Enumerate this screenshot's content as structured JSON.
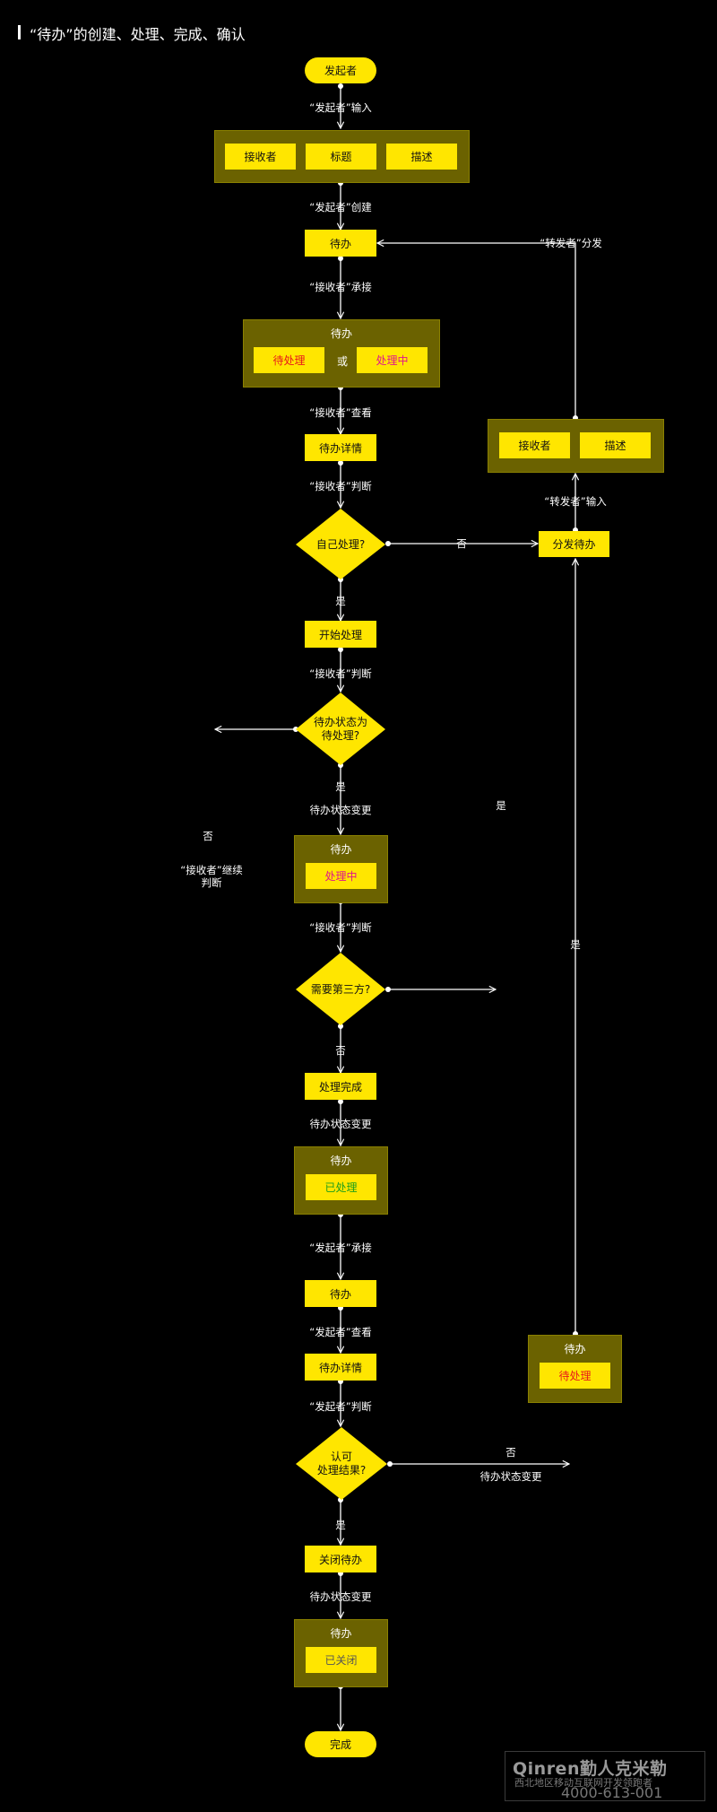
{
  "title": "“待办”的创建、处理、完成、确认",
  "nodes": {
    "initiator": "发起者",
    "receiver": "接收者",
    "subject": "标题",
    "description": "描述",
    "todo_1": "待办",
    "todo_group_1_label": "待办",
    "pending_1": "待处理",
    "or": "或",
    "processing_1": "处理中",
    "todo_detail_1": "待办详情",
    "self_process": "自己处理?",
    "start_process": "开始处理",
    "status_is_pending": "待办状态为\n待处理?",
    "todo_group_2_label": "待办",
    "processing_2": "处理中",
    "need_third_party": "需要第三方?",
    "process_done": "处理完成",
    "todo_group_3_label": "待办",
    "processed": "已处理",
    "todo_2": "待办",
    "todo_detail_2": "待办详情",
    "approve_result": "认可\n处理结果?",
    "close_todo": "关闭待办",
    "todo_group_4_label": "待办",
    "closed": "已关闭",
    "complete": "完成",
    "fwd_receiver": "接收者",
    "fwd_description": "描述",
    "distribute_todo": "分发待办",
    "todo_group_5_label": "待办",
    "pending_2": "待处理"
  },
  "edges": {
    "initiator_input": "“发起者”输入",
    "initiator_create": "“发起者”创建",
    "receiver_accept": "“接收者”承接",
    "receiver_view": "“接收者”查看",
    "receiver_judge_1": "“接收者”判断",
    "yes_1": "是",
    "no_1": "否",
    "receiver_judge_2": "“接收者”判断",
    "yes_2": "是",
    "status_change_1": "待办状态变更",
    "no_2": "否",
    "receiver_continue": "“接收者”继续\n判断",
    "receiver_judge_3": "“接收者”判断",
    "yes_3": "是",
    "no_3": "否",
    "status_change_2": "待办状态变更",
    "initiator_accept": "“发起者”承接",
    "initiator_view": "“发起者”查看",
    "initiator_judge": "“发起者”判断",
    "no_4": "否",
    "status_change_3": "待办状态变更",
    "yes_4": "是",
    "status_change_4": "待办状态变更",
    "forwarder_input": "“转发者”输入",
    "forwarder_distribute": "“转发者”分发",
    "yes_5": "是"
  },
  "watermark": {
    "logo": "Qinren勤人克米勒",
    "subtitle": "西北地区移动互联网开发领跑者",
    "phone": "4000-613-001"
  },
  "colors": {
    "background": "#000000",
    "node": "#ffe600",
    "group": "#6b6200",
    "line": "#ffffff",
    "status_red": "#e8161b",
    "status_magenta": "#e0168c",
    "status_green": "#1b9e1b"
  }
}
